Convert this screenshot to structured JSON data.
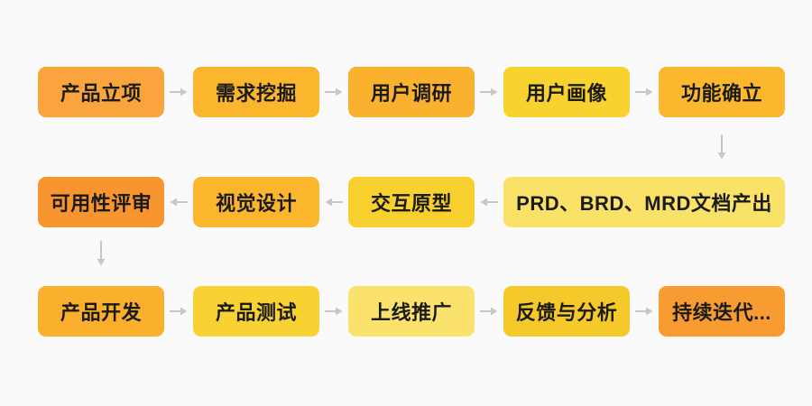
{
  "page": {
    "background": "#FAFAFA",
    "text_color": "#1B1B1B"
  },
  "arrow": {
    "color": "#C7C7C7",
    "right_glyph": "→",
    "left_glyph": "←",
    "down_glyph": "↓"
  },
  "nodes": [
    {
      "label": "产品立项",
      "color": "#F9A43C"
    },
    {
      "label": "需求挖掘",
      "color": "#FBB62E"
    },
    {
      "label": "用户调研",
      "color": "#FAB22E"
    },
    {
      "label": "用户画像",
      "color": "#F8D22E"
    },
    {
      "label": "功能确立",
      "color": "#FBB72E"
    },
    {
      "label": "可用性评审",
      "color": "#F8952E"
    },
    {
      "label": "视觉设计",
      "color": "#FBB62E"
    },
    {
      "label": "交互原型",
      "color": "#F8D030"
    },
    {
      "label": "PRD、BRD、MRD文档产出",
      "color": "#FAE168"
    },
    {
      "label": "产品开发",
      "color": "#FAAF2D"
    },
    {
      "label": "产品测试",
      "color": "#F8D133"
    },
    {
      "label": "上线推广",
      "color": "#FAE26C"
    },
    {
      "label": "反馈与分析",
      "color": "#F6C92B"
    },
    {
      "label": "持续迭代...",
      "color": "#F89B30"
    }
  ],
  "connections": [
    {
      "from": "产品立项",
      "to": "需求挖掘",
      "direction": "right"
    },
    {
      "from": "需求挖掘",
      "to": "用户调研",
      "direction": "right"
    },
    {
      "from": "用户调研",
      "to": "用户画像",
      "direction": "right"
    },
    {
      "from": "用户画像",
      "to": "功能确立",
      "direction": "right"
    },
    {
      "from": "功能确立",
      "to": "PRD、BRD、MRD文档产出",
      "direction": "down"
    },
    {
      "from": "PRD、BRD、MRD文档产出",
      "to": "交互原型",
      "direction": "left"
    },
    {
      "from": "交互原型",
      "to": "视觉设计",
      "direction": "left"
    },
    {
      "from": "视觉设计",
      "to": "可用性评审",
      "direction": "left"
    },
    {
      "from": "可用性评审",
      "to": "产品开发",
      "direction": "down"
    },
    {
      "from": "产品开发",
      "to": "产品测试",
      "direction": "right"
    },
    {
      "from": "产品测试",
      "to": "上线推广",
      "direction": "right"
    },
    {
      "from": "上线推广",
      "to": "反馈与分析",
      "direction": "right"
    },
    {
      "from": "反馈与分析",
      "to": "持续迭代...",
      "direction": "right"
    }
  ]
}
